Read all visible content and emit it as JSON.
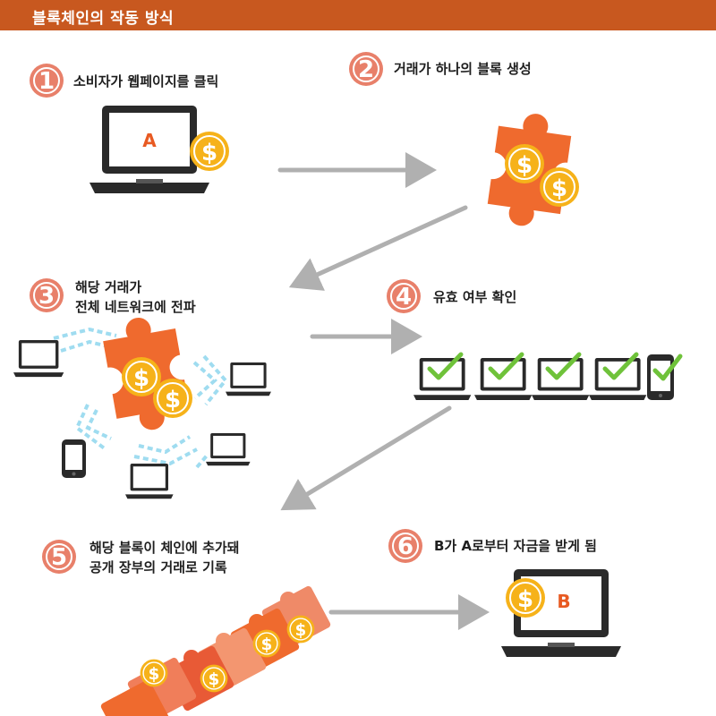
{
  "header": {
    "title": "블록체인의 작동 방식"
  },
  "steps": [
    {
      "number": "1",
      "lines": [
        "소비자가 웹페이지를 클릭"
      ]
    },
    {
      "number": "2",
      "lines": [
        "거래가 하나의 블록 생성"
      ]
    },
    {
      "number": "3",
      "lines": [
        "해당 거래가",
        "전체 네트워크에 전파"
      ]
    },
    {
      "number": "4",
      "lines": [
        "유효 여부 확인"
      ]
    },
    {
      "number": "5",
      "lines": [
        "해당 블록이 체인에 추가돼",
        "공개 장부의 거래로 기록"
      ]
    },
    {
      "number": "6",
      "lines": [
        "B가 A로부터 자금을 받게 됨"
      ]
    }
  ],
  "screen_letters": {
    "sender": "A",
    "receiver": "B"
  },
  "currency_symbol": "$",
  "colors": {
    "header": "#c8581f",
    "badge": "#e8806a",
    "badge_text": "#ffffff",
    "puzzle_orange": "#ef6a2e",
    "puzzle_light": "#f59a7a",
    "coin": "#f6b21a",
    "arrow": "#b0b0b0",
    "device": "#2a2a2a",
    "check": "#6fc23a",
    "wave": "#9fdcf0"
  },
  "icons": [
    "laptop-icon",
    "dollar-coin-icon",
    "puzzle-piece-icon",
    "smartphone-icon",
    "checkmark-icon",
    "arrow-icon"
  ]
}
